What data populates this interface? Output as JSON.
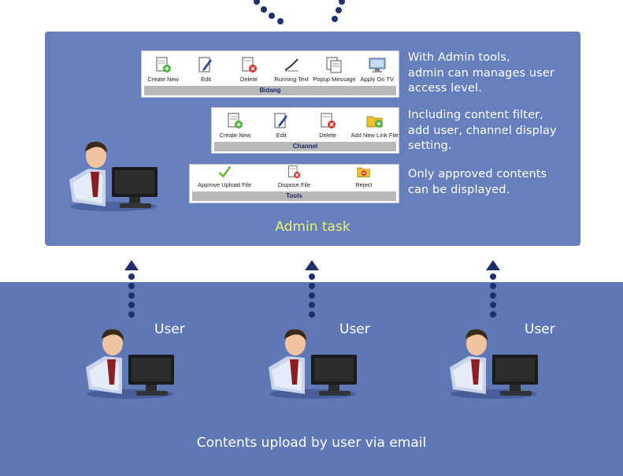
{
  "toolbars": [
    {
      "title": "Bidang",
      "items": [
        {
          "label": "Create New",
          "icon": "create-new-icon"
        },
        {
          "label": "Edit",
          "icon": "edit-icon"
        },
        {
          "label": "Delete",
          "icon": "delete-icon"
        },
        {
          "label": "Running Text",
          "icon": "running-text-icon"
        },
        {
          "label": "Popup Message",
          "icon": "popup-message-icon"
        },
        {
          "label": "Apply On TV",
          "icon": "apply-on-tv-icon"
        }
      ]
    },
    {
      "title": "Channel",
      "items": [
        {
          "label": "Create New",
          "icon": "create-new-icon"
        },
        {
          "label": "Edit",
          "icon": "edit-icon"
        },
        {
          "label": "Delete",
          "icon": "delete-icon"
        },
        {
          "label": "Add New Link File",
          "icon": "add-link-file-icon"
        }
      ]
    },
    {
      "title": "Tools",
      "items": [
        {
          "label": "Approve Upload File",
          "icon": "approve-check-icon"
        },
        {
          "label": "Dispose File",
          "icon": "dispose-file-icon"
        },
        {
          "label": "Reject",
          "icon": "reject-folder-icon"
        }
      ]
    }
  ],
  "descriptions": [
    "With Admin tools,\nadmin can manages user\naccess level.",
    "Including content filter,\nadd user, channel display\nsetting.",
    "Only approved contents\ncan be displayed."
  ],
  "admin_caption": "Admin task",
  "users": [
    {
      "label": "User"
    },
    {
      "label": "User"
    },
    {
      "label": "User"
    }
  ],
  "footer_caption": "Contents upload by user via email",
  "colors": {
    "panel": "#6580bd",
    "band": "#5e77b5",
    "dots": "#1f2f6b",
    "caption_accent": "#e9f36a"
  }
}
